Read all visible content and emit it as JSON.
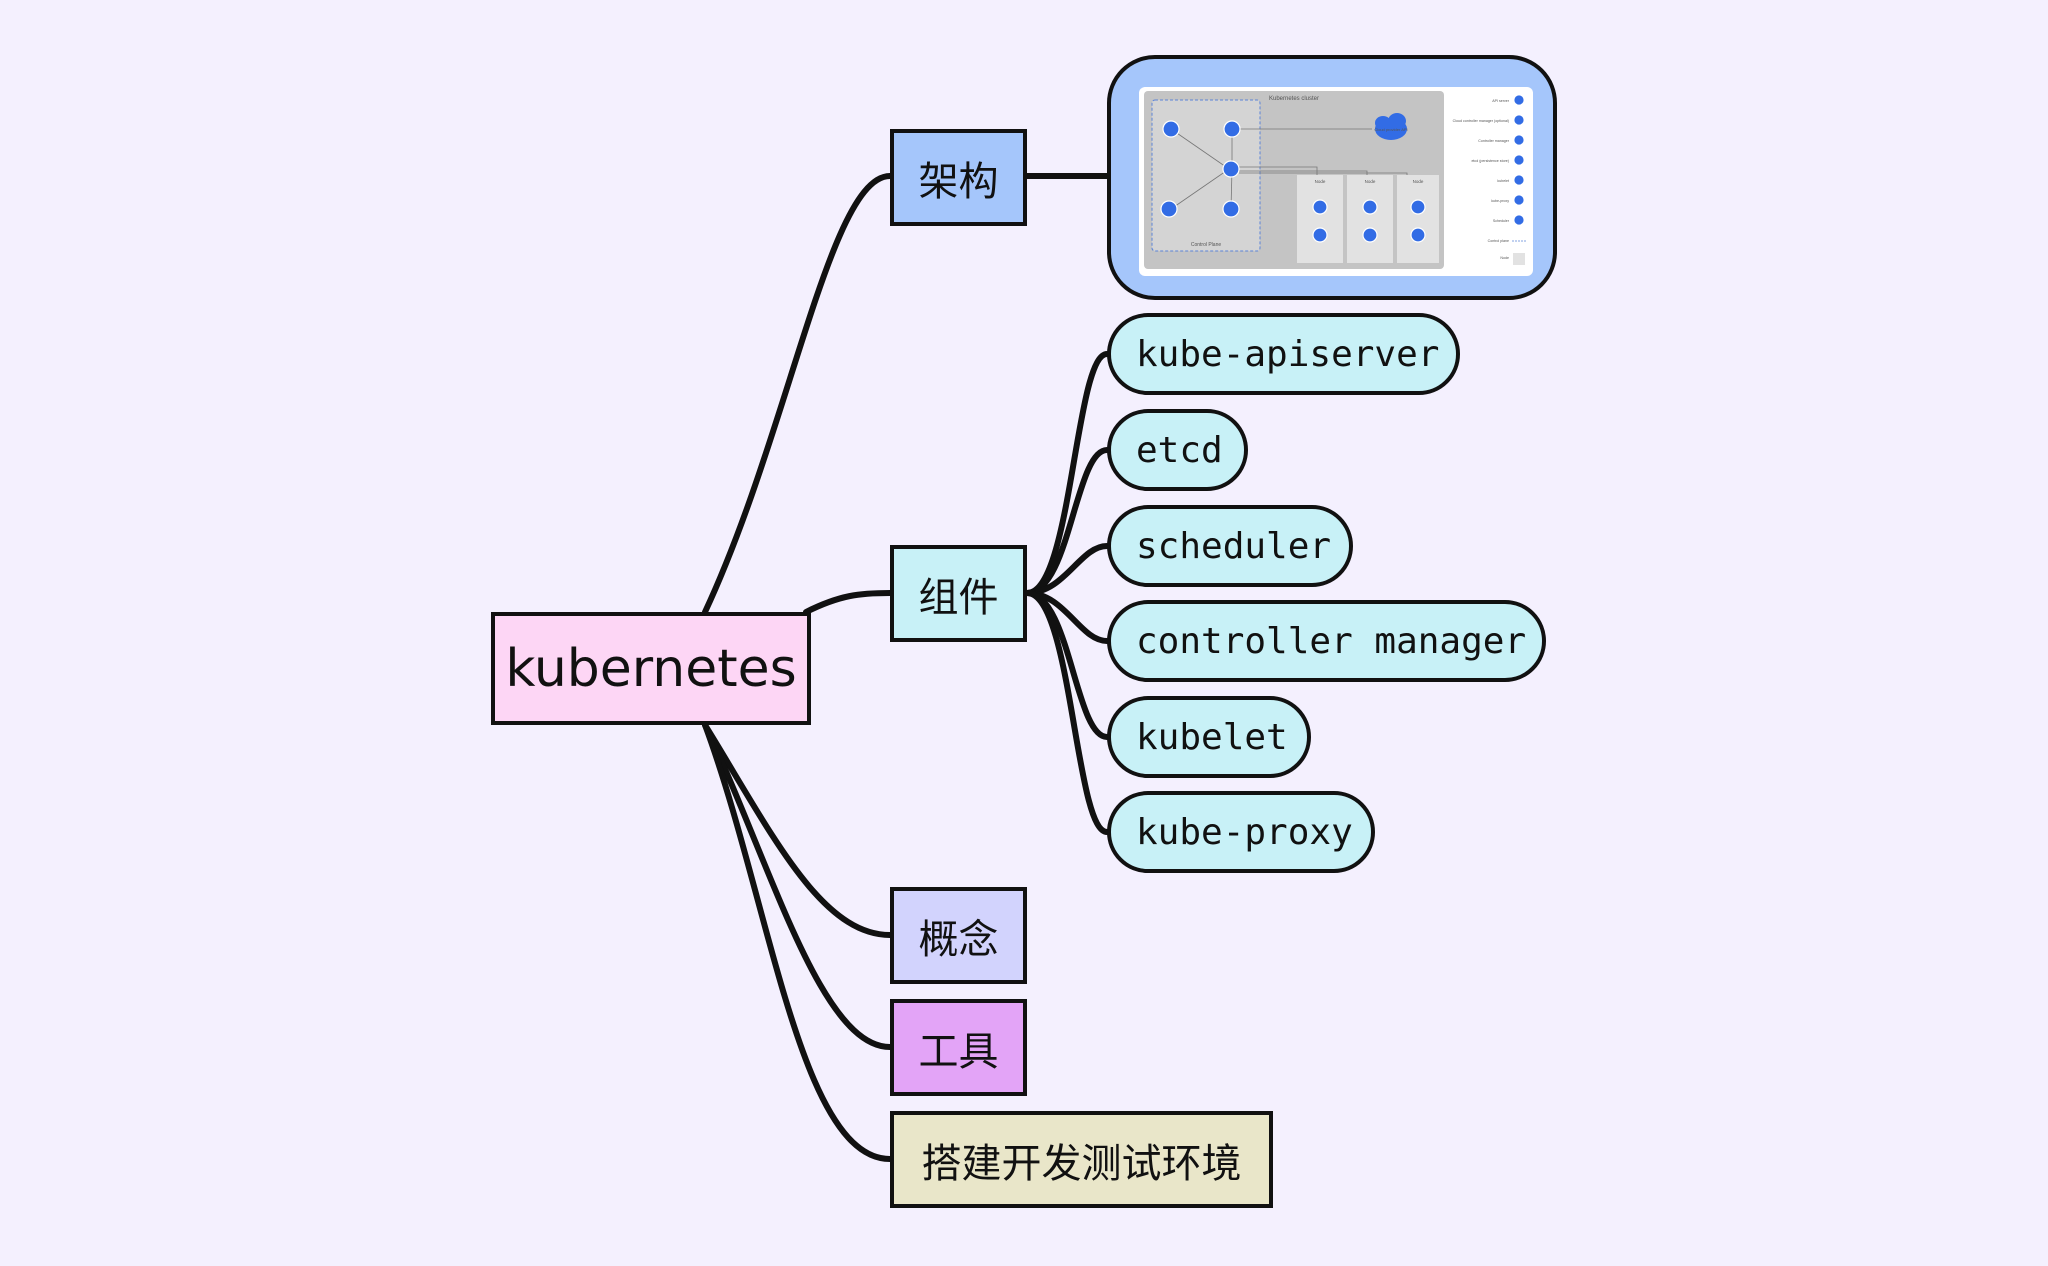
{
  "root": {
    "label": "kubernetes"
  },
  "branches": {
    "architecture": {
      "label": "架构"
    },
    "components": {
      "label": "组件",
      "items": [
        "kube-apiserver",
        "etcd",
        "scheduler",
        "controller manager",
        "kubelet",
        "kube-proxy"
      ]
    },
    "concepts": {
      "label": "概念"
    },
    "tools": {
      "label": "工具"
    },
    "environment": {
      "label": "搭建开发测试环境"
    }
  },
  "architecture_image": {
    "cluster_title": "Kubernetes cluster",
    "control_plane_label": "Control Plane",
    "cloud_label": "Cloud provider API",
    "node_labels": [
      "Node",
      "Node",
      "Node"
    ],
    "legend": [
      "API server",
      "Cloud controller manager (optional)",
      "Controller manager",
      "etcd (persistence store)",
      "kubelet",
      "kube-proxy",
      "Scheduler",
      "Control plane",
      "Node"
    ]
  },
  "colors": {
    "background": "#f4f0fe",
    "root": "#fdd6f5",
    "architecture": "#a5c6fb",
    "components": "#c8f1f7",
    "concepts": "#d2d3fd",
    "tools": "#e3a4f7",
    "environment": "#e9e6c9",
    "k8s_icon": "#326ce5"
  }
}
